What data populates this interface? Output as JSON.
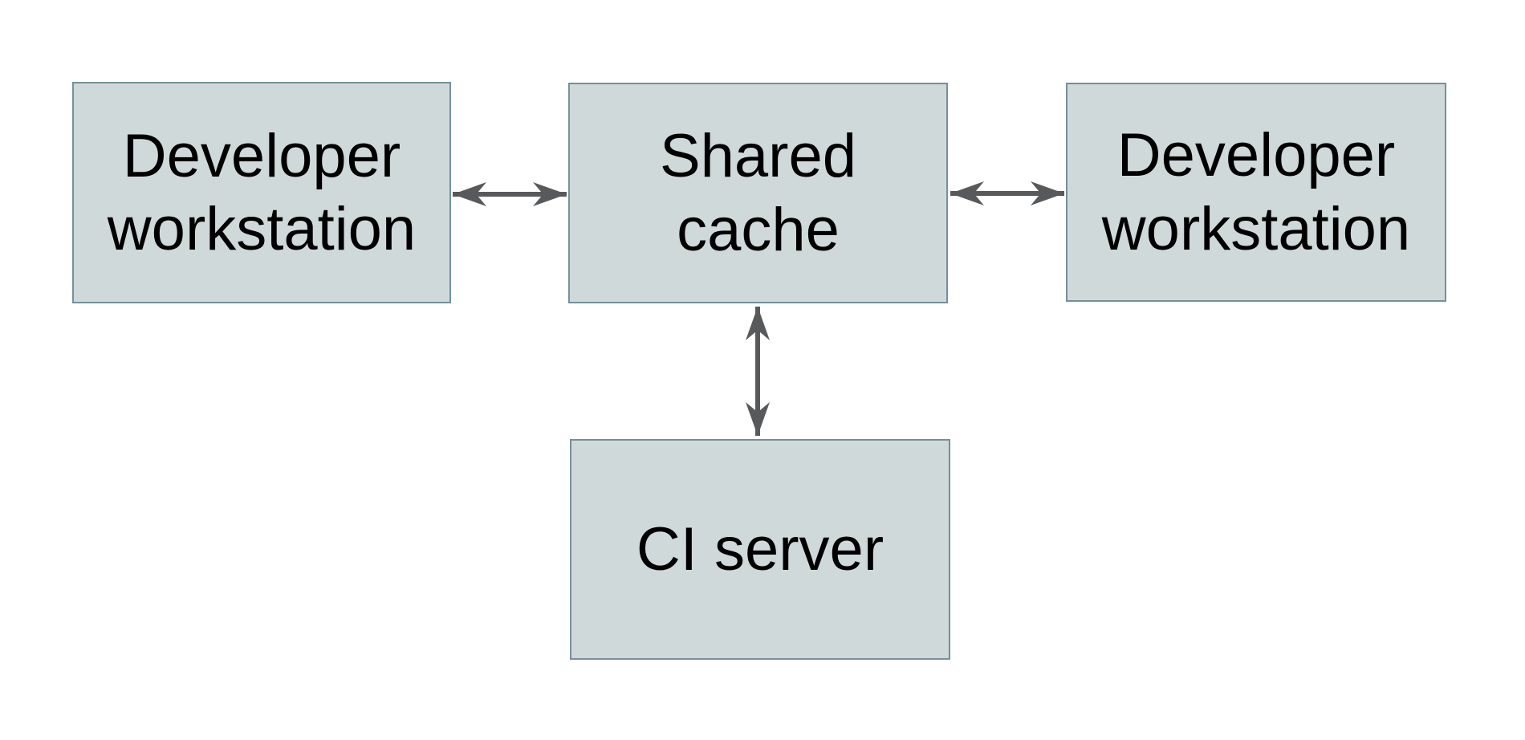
{
  "diagram": {
    "type": "architecture-diagram",
    "background_color": "#ffffff",
    "box_fill_color": "#d0d9da",
    "box_border_color": "#74909b",
    "arrow_color": "#58595b",
    "text_color": "#000000",
    "nodes": {
      "dev_left": {
        "line1": "Developer",
        "line2": "workstation",
        "label": "Developer workstation"
      },
      "cache": {
        "line1": "Shared",
        "line2": "cache",
        "label": "Shared cache"
      },
      "dev_right": {
        "line1": "Developer",
        "line2": "workstation",
        "label": "Developer workstation"
      },
      "ci_server": {
        "line1": "CI server",
        "line2": "",
        "label": "CI server"
      }
    },
    "edges": [
      {
        "from": "dev_left",
        "to": "cache",
        "direction": "bidirectional"
      },
      {
        "from": "cache",
        "to": "dev_right",
        "direction": "bidirectional"
      },
      {
        "from": "cache",
        "to": "ci_server",
        "direction": "bidirectional"
      }
    ]
  }
}
